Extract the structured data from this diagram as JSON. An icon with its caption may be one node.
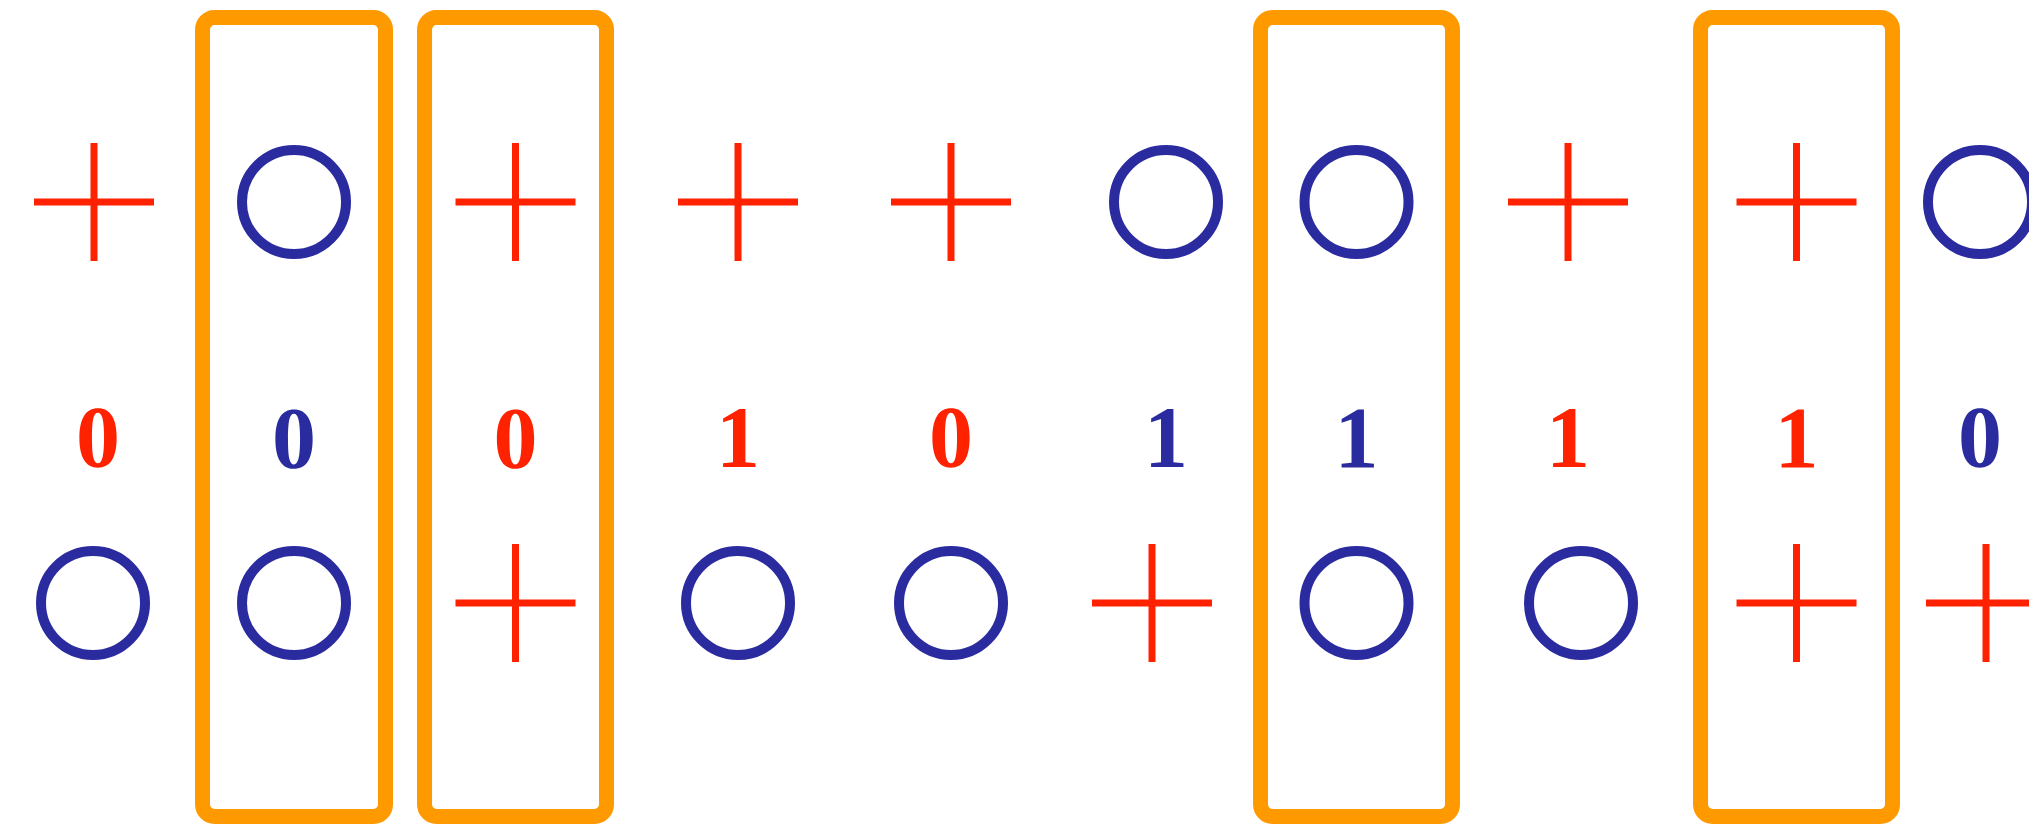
{
  "diagram": {
    "nodes": [
      {
        "text": [
          "0"
        ]
      },
      {
        "text": [
          "0"
        ]
      },
      {
        "text": [
          "1"
        ]
      },
      {
        "text": [
          "1"
        ]
      },
      {
        "text": [],
        "shape": "plus"
      },
      {
        "text": [],
        "shape": "circle",
        "in": 0
      },
      {
        "text": [],
        "shape": "plus",
        "in": 1
      },
      {
        "text": [],
        "shape": "plus"
      },
      {
        "text": [],
        "shape": "plus"
      },
      {
        "text": [],
        "shape": "circle"
      },
      {
        "text": [],
        "shape": "circle",
        "in": 2
      },
      {
        "text": [],
        "shape": "plus"
      },
      {
        "text": [],
        "shape": "plus",
        "in": 3
      },
      {
        "text": [],
        "shape": "circle"
      },
      {
        "text": [],
        "shape": "circle"
      },
      {
        "text": [],
        "shape": "circle",
        "in": 0
      },
      {
        "text": [],
        "shape": "plus",
        "in": 1
      },
      {
        "text": [],
        "shape": "circle"
      },
      {
        "text": [],
        "shape": "circle"
      },
      {
        "text": [],
        "shape": "plus"
      },
      {
        "text": [],
        "shape": "circle",
        "in": 2
      },
      {
        "text": [],
        "shape": "circle"
      },
      {
        "text": [],
        "shape": "plus",
        "in": 3
      },
      {
        "text": [],
        "shape": "plus"
      }
    ],
    "labels": [
      "0",
      "1",
      "0",
      "1",
      "1",
      "0"
    ]
  }
}
